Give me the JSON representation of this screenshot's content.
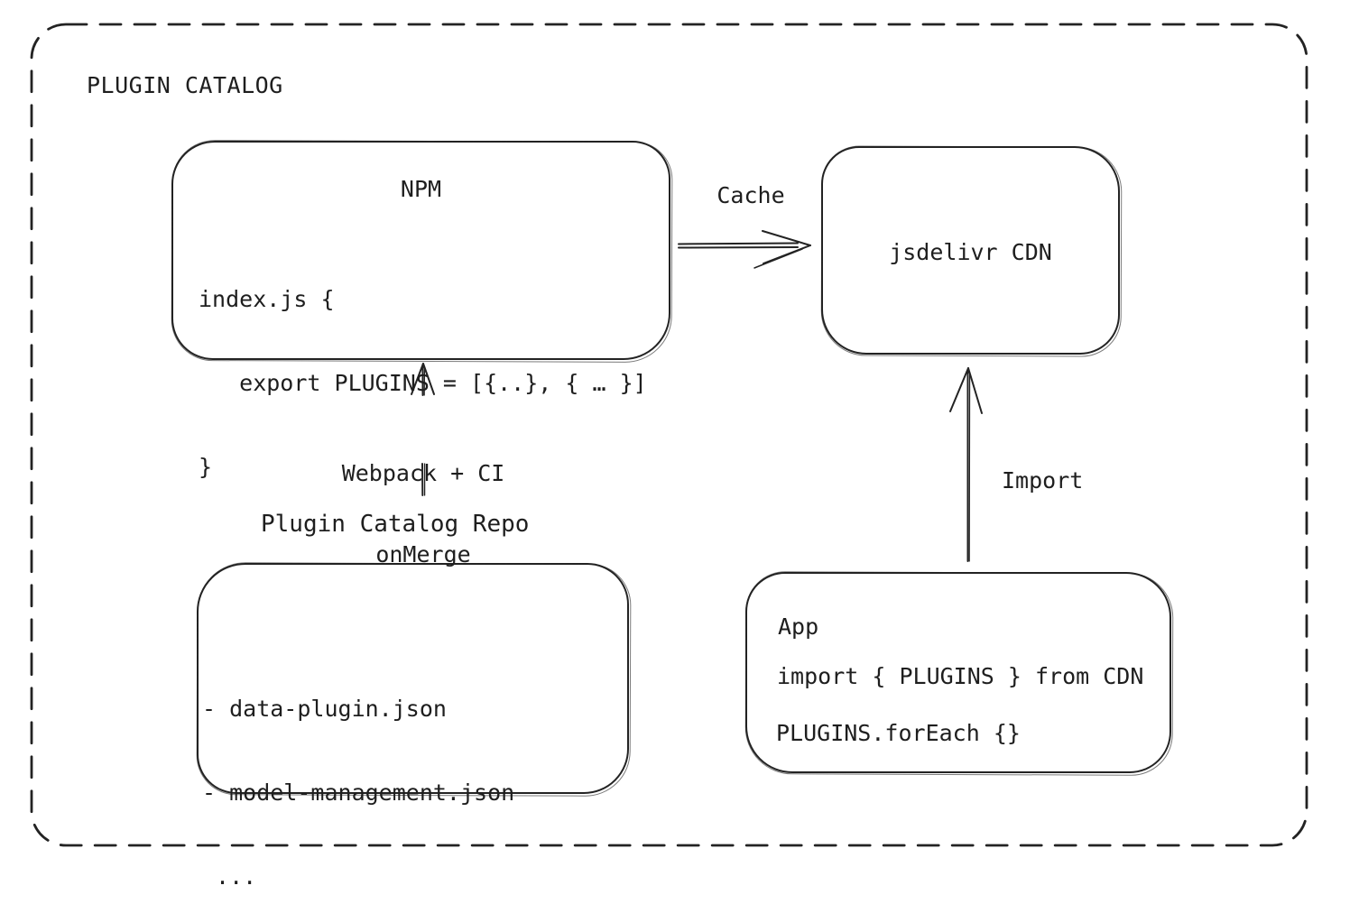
{
  "title": "PLUGIN CATALOG",
  "nodes": {
    "npm": {
      "title": "NPM",
      "code": [
        "index.js {",
        "   export PLUGINS = [{..}, { … }]",
        "}"
      ]
    },
    "cdn": {
      "label": "jsdelivr CDN"
    },
    "repo": {
      "caption": "Plugin Catalog Repo",
      "files": [
        "- data-plugin.json",
        "- model-management.json",
        " ..."
      ]
    },
    "app": {
      "title": "App",
      "code": [
        "import { PLUGINS } from CDN",
        "PLUGINS.forEach {}"
      ]
    }
  },
  "edges": {
    "cache": {
      "label": "Cache",
      "from": "NPM",
      "to": "jsdelivr CDN"
    },
    "build": {
      "label_lines": [
        "Webpack + CI",
        "onMerge"
      ],
      "from": "Plugin Catalog Repo",
      "to": "NPM"
    },
    "import": {
      "label": "Import",
      "from": "App",
      "to": "jsdelivr CDN"
    }
  },
  "colors": {
    "stroke": "#232323",
    "text": "#1e1e1e",
    "background": "#ffffff"
  }
}
